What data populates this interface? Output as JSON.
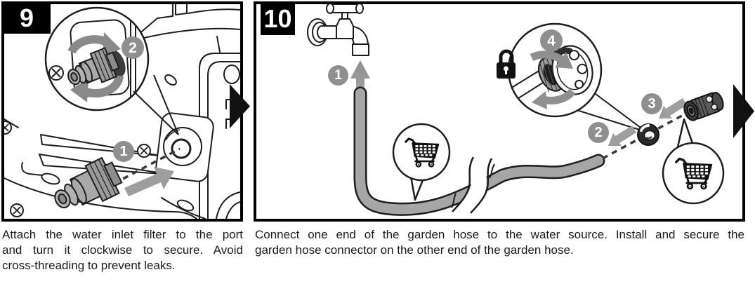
{
  "steps": [
    {
      "number": "9",
      "caption": "Attach the water inlet filter to the port and turn it clockwise to secure. Avoid cross-threading to prevent leaks.",
      "caption_lines": [
        "Attach the water inlet filter to the port",
        "and turn it clockwise to secure. Avoid",
        "cross-threading to prevent leaks."
      ],
      "callout_labels": [
        "1",
        "2"
      ]
    },
    {
      "number": "10",
      "caption": "Connect one end of the garden hose to the water source. Install and secure the garden hose connector on the other end of the garden hose.",
      "caption_lines": [
        "Connect one end of the garden hose to the water source. Install and secure the",
        "garden hose connector on the other end of the garden hose."
      ],
      "callout_labels": [
        "1",
        "2",
        "3",
        "4"
      ]
    }
  ],
  "icons": {
    "step_9": [
      "zoom-callout-circle",
      "water-inlet-filter",
      "clockwise-rotation-arrows",
      "insert-direction-arrow",
      "screw",
      "next-step-arrow"
    ],
    "step_10": [
      "water-tap",
      "garden-hose",
      "hose-break-symbol",
      "shopping-cart",
      "padlock",
      "hose-washer",
      "garden-hose-connector",
      "twist-lock-rotation-arrows",
      "insert-direction-arrows",
      "next-step-arrow"
    ]
  },
  "colors": {
    "background": "#ffffff",
    "line": "#1d1d1d",
    "panel_border": "#000000",
    "fill_gray": "#a6a6a6",
    "badge_gray": "#8f8f8f",
    "step_badge_bg": "#000000",
    "step_badge_text": "#ffffff"
  }
}
